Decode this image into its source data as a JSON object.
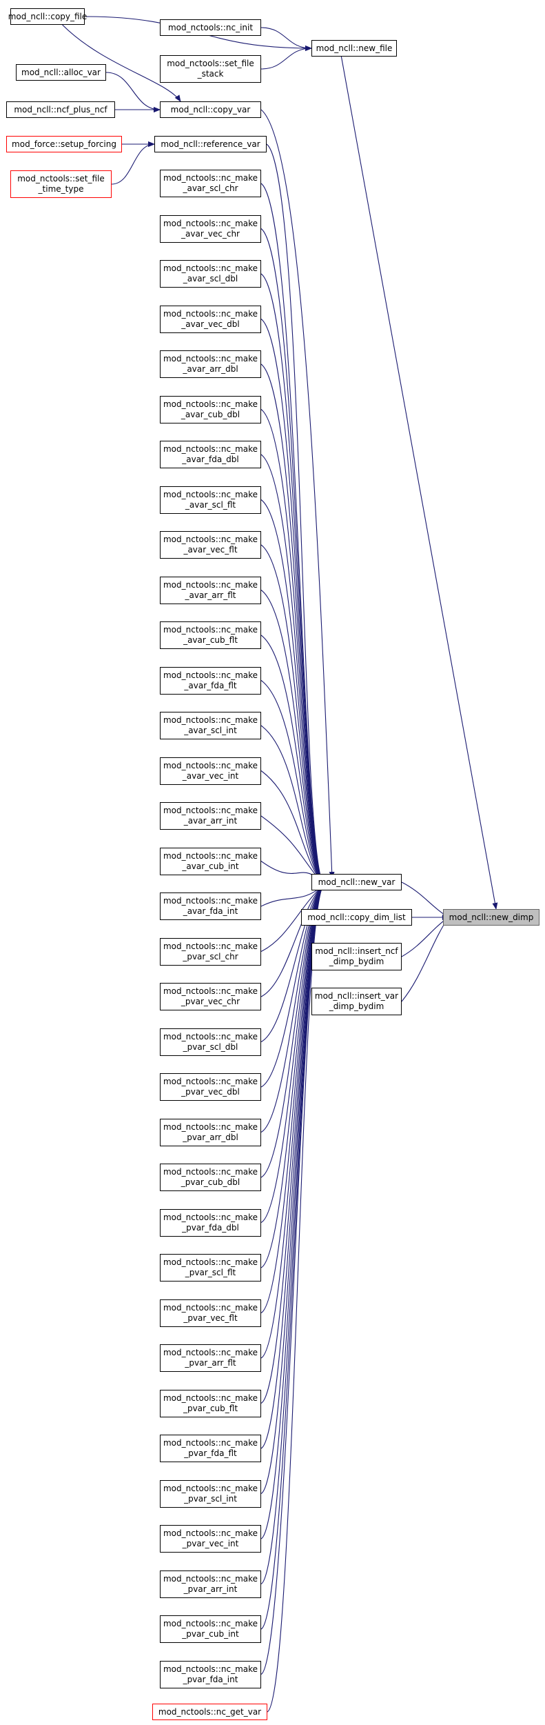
{
  "graph": {
    "title": "",
    "colors": {
      "edge": "#191970",
      "node_border": "#000000",
      "node_border_incomplete": "#ff0000",
      "focus_fill": "#bfbfbf"
    },
    "focus_node": {
      "id": "new_dimp",
      "label": "mod_ncll::new_dimp"
    },
    "nodes": [
      {
        "id": "copy_file",
        "label": "mod_ncll::copy_file",
        "style": "normal"
      },
      {
        "id": "nc_init",
        "label": "mod_nctools::nc_init",
        "style": "normal"
      },
      {
        "id": "new_file",
        "label": "mod_ncll::new_file",
        "style": "normal"
      },
      {
        "id": "set_file_stack",
        "label": "mod_nctools::set_file\n_stack",
        "style": "normal"
      },
      {
        "id": "alloc_var",
        "label": "mod_ncll::alloc_var",
        "style": "normal"
      },
      {
        "id": "ncf_plus_ncf",
        "label": "mod_ncll::ncf_plus_ncf",
        "style": "normal"
      },
      {
        "id": "copy_var",
        "label": "mod_ncll::copy_var",
        "style": "normal"
      },
      {
        "id": "setup_forcing",
        "label": "mod_force::setup_forcing",
        "style": "incomplete"
      },
      {
        "id": "reference_var",
        "label": "mod_ncll::reference_var",
        "style": "normal"
      },
      {
        "id": "set_file_time_type",
        "label": "mod_nctools::set_file\n_time_type",
        "style": "incomplete"
      },
      {
        "id": "avar_scl_chr",
        "label": "mod_nctools::nc_make\n_avar_scl_chr",
        "style": "normal"
      },
      {
        "id": "avar_vec_chr",
        "label": "mod_nctools::nc_make\n_avar_vec_chr",
        "style": "normal"
      },
      {
        "id": "avar_scl_dbl",
        "label": "mod_nctools::nc_make\n_avar_scl_dbl",
        "style": "normal"
      },
      {
        "id": "avar_vec_dbl",
        "label": "mod_nctools::nc_make\n_avar_vec_dbl",
        "style": "normal"
      },
      {
        "id": "avar_arr_dbl",
        "label": "mod_nctools::nc_make\n_avar_arr_dbl",
        "style": "normal"
      },
      {
        "id": "avar_cub_dbl",
        "label": "mod_nctools::nc_make\n_avar_cub_dbl",
        "style": "normal"
      },
      {
        "id": "avar_fda_dbl",
        "label": "mod_nctools::nc_make\n_avar_fda_dbl",
        "style": "normal"
      },
      {
        "id": "avar_scl_flt",
        "label": "mod_nctools::nc_make\n_avar_scl_flt",
        "style": "normal"
      },
      {
        "id": "avar_vec_flt",
        "label": "mod_nctools::nc_make\n_avar_vec_flt",
        "style": "normal"
      },
      {
        "id": "avar_arr_flt",
        "label": "mod_nctools::nc_make\n_avar_arr_flt",
        "style": "normal"
      },
      {
        "id": "avar_cub_flt",
        "label": "mod_nctools::nc_make\n_avar_cub_flt",
        "style": "normal"
      },
      {
        "id": "avar_fda_flt",
        "label": "mod_nctools::nc_make\n_avar_fda_flt",
        "style": "normal"
      },
      {
        "id": "avar_scl_int",
        "label": "mod_nctools::nc_make\n_avar_scl_int",
        "style": "normal"
      },
      {
        "id": "avar_vec_int",
        "label": "mod_nctools::nc_make\n_avar_vec_int",
        "style": "normal"
      },
      {
        "id": "avar_arr_int",
        "label": "mod_nctools::nc_make\n_avar_arr_int",
        "style": "normal"
      },
      {
        "id": "avar_cub_int",
        "label": "mod_nctools::nc_make\n_avar_cub_int",
        "style": "normal"
      },
      {
        "id": "avar_fda_int",
        "label": "mod_nctools::nc_make\n_avar_fda_int",
        "style": "normal"
      },
      {
        "id": "pvar_scl_chr",
        "label": "mod_nctools::nc_make\n_pvar_scl_chr",
        "style": "normal"
      },
      {
        "id": "pvar_vec_chr",
        "label": "mod_nctools::nc_make\n_pvar_vec_chr",
        "style": "normal"
      },
      {
        "id": "pvar_scl_dbl",
        "label": "mod_nctools::nc_make\n_pvar_scl_dbl",
        "style": "normal"
      },
      {
        "id": "pvar_vec_dbl",
        "label": "mod_nctools::nc_make\n_pvar_vec_dbl",
        "style": "normal"
      },
      {
        "id": "pvar_arr_dbl",
        "label": "mod_nctools::nc_make\n_pvar_arr_dbl",
        "style": "normal"
      },
      {
        "id": "pvar_cub_dbl",
        "label": "mod_nctools::nc_make\n_pvar_cub_dbl",
        "style": "normal"
      },
      {
        "id": "pvar_fda_dbl",
        "label": "mod_nctools::nc_make\n_pvar_fda_dbl",
        "style": "normal"
      },
      {
        "id": "pvar_scl_flt",
        "label": "mod_nctools::nc_make\n_pvar_scl_flt",
        "style": "normal"
      },
      {
        "id": "pvar_vec_flt",
        "label": "mod_nctools::nc_make\n_pvar_vec_flt",
        "style": "normal"
      },
      {
        "id": "pvar_arr_flt",
        "label": "mod_nctools::nc_make\n_pvar_arr_flt",
        "style": "normal"
      },
      {
        "id": "pvar_cub_flt",
        "label": "mod_nctools::nc_make\n_pvar_cub_flt",
        "style": "normal"
      },
      {
        "id": "pvar_fda_flt",
        "label": "mod_nctools::nc_make\n_pvar_fda_flt",
        "style": "normal"
      },
      {
        "id": "pvar_scl_int",
        "label": "mod_nctools::nc_make\n_pvar_scl_int",
        "style": "normal"
      },
      {
        "id": "pvar_vec_int",
        "label": "mod_nctools::nc_make\n_pvar_vec_int",
        "style": "normal"
      },
      {
        "id": "pvar_arr_int",
        "label": "mod_nctools::nc_make\n_pvar_arr_int",
        "style": "normal"
      },
      {
        "id": "pvar_cub_int",
        "label": "mod_nctools::nc_make\n_pvar_cub_int",
        "style": "normal"
      },
      {
        "id": "pvar_fda_int",
        "label": "mod_nctools::nc_make\n_pvar_fda_int",
        "style": "normal"
      },
      {
        "id": "nc_get_var",
        "label": "mod_nctools::nc_get_var",
        "style": "incomplete"
      },
      {
        "id": "new_var",
        "label": "mod_ncll::new_var",
        "style": "normal"
      },
      {
        "id": "copy_dim_list",
        "label": "mod_ncll::copy_dim_list",
        "style": "normal"
      },
      {
        "id": "insert_ncf_dimp_bydim",
        "label": "mod_ncll::insert_ncf\n_dimp_bydim",
        "style": "normal"
      },
      {
        "id": "insert_var_dimp_bydim",
        "label": "mod_ncll::insert_var\n_dimp_bydim",
        "style": "normal"
      }
    ],
    "edges": [
      {
        "from": "copy_file",
        "to": "new_file"
      },
      {
        "from": "nc_init",
        "to": "new_file"
      },
      {
        "from": "set_file_stack",
        "to": "new_file"
      },
      {
        "from": "new_file",
        "to": "new_dimp"
      },
      {
        "from": "copy_file",
        "to": "copy_var"
      },
      {
        "from": "alloc_var",
        "to": "copy_var"
      },
      {
        "from": "ncf_plus_ncf",
        "to": "copy_var"
      },
      {
        "from": "setup_forcing",
        "to": "reference_var"
      },
      {
        "from": "set_file_time_type",
        "to": "reference_var"
      },
      {
        "from": "copy_var",
        "to": "new_var"
      },
      {
        "from": "reference_var",
        "to": "new_var"
      },
      {
        "from": "avar_scl_chr",
        "to": "new_var"
      },
      {
        "from": "avar_vec_chr",
        "to": "new_var"
      },
      {
        "from": "avar_scl_dbl",
        "to": "new_var"
      },
      {
        "from": "avar_vec_dbl",
        "to": "new_var"
      },
      {
        "from": "avar_arr_dbl",
        "to": "new_var"
      },
      {
        "from": "avar_cub_dbl",
        "to": "new_var"
      },
      {
        "from": "avar_fda_dbl",
        "to": "new_var"
      },
      {
        "from": "avar_scl_flt",
        "to": "new_var"
      },
      {
        "from": "avar_vec_flt",
        "to": "new_var"
      },
      {
        "from": "avar_arr_flt",
        "to": "new_var"
      },
      {
        "from": "avar_cub_flt",
        "to": "new_var"
      },
      {
        "from": "avar_fda_flt",
        "to": "new_var"
      },
      {
        "from": "avar_scl_int",
        "to": "new_var"
      },
      {
        "from": "avar_vec_int",
        "to": "new_var"
      },
      {
        "from": "avar_arr_int",
        "to": "new_var"
      },
      {
        "from": "avar_cub_int",
        "to": "new_var"
      },
      {
        "from": "avar_fda_int",
        "to": "new_var"
      },
      {
        "from": "pvar_scl_chr",
        "to": "new_var"
      },
      {
        "from": "pvar_vec_chr",
        "to": "new_var"
      },
      {
        "from": "pvar_scl_dbl",
        "to": "new_var"
      },
      {
        "from": "pvar_vec_dbl",
        "to": "new_var"
      },
      {
        "from": "pvar_arr_dbl",
        "to": "new_var"
      },
      {
        "from": "pvar_cub_dbl",
        "to": "new_var"
      },
      {
        "from": "pvar_fda_dbl",
        "to": "new_var"
      },
      {
        "from": "pvar_scl_flt",
        "to": "new_var"
      },
      {
        "from": "pvar_vec_flt",
        "to": "new_var"
      },
      {
        "from": "pvar_arr_flt",
        "to": "new_var"
      },
      {
        "from": "pvar_cub_flt",
        "to": "new_var"
      },
      {
        "from": "pvar_fda_flt",
        "to": "new_var"
      },
      {
        "from": "pvar_scl_int",
        "to": "new_var"
      },
      {
        "from": "pvar_vec_int",
        "to": "new_var"
      },
      {
        "from": "pvar_arr_int",
        "to": "new_var"
      },
      {
        "from": "pvar_cub_int",
        "to": "new_var"
      },
      {
        "from": "pvar_fda_int",
        "to": "new_var"
      },
      {
        "from": "nc_get_var",
        "to": "new_var"
      },
      {
        "from": "new_var",
        "to": "new_dimp"
      },
      {
        "from": "copy_dim_list",
        "to": "new_dimp"
      },
      {
        "from": "insert_ncf_dimp_bydim",
        "to": "new_dimp"
      },
      {
        "from": "insert_var_dimp_bydim",
        "to": "new_dimp"
      }
    ]
  }
}
